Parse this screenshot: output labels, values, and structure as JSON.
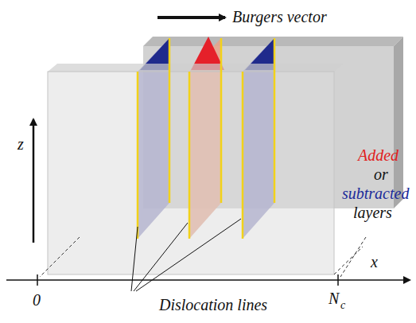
{
  "diagram": {
    "labels": [
      "Burgers vector",
      "z",
      "Added",
      "or",
      "subtracted",
      "layers",
      "x",
      "0",
      "N",
      "c",
      "Dislocation lines"
    ]
  }
}
